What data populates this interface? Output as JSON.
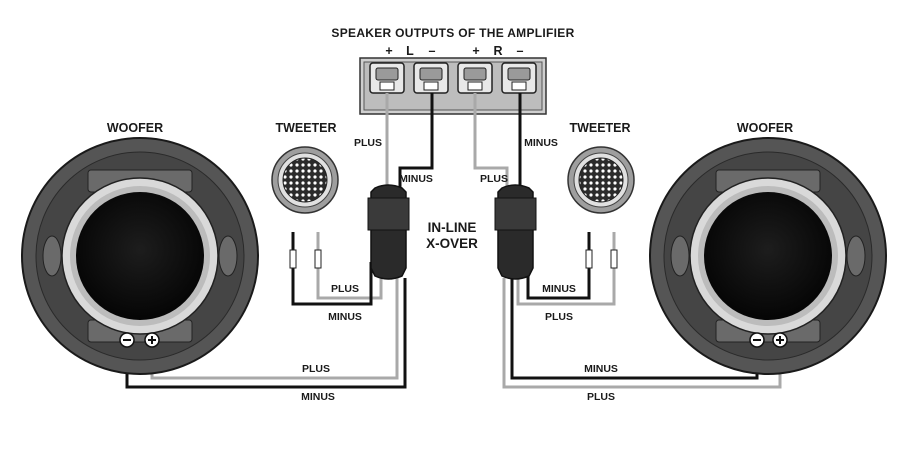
{
  "title": "SPEAKER OUTPUTS OF THE AMPLIFIER",
  "terminals": [
    "+",
    "L",
    "–",
    "+",
    "R",
    "–"
  ],
  "labels": {
    "woofer_left": "WOOFER",
    "woofer_right": "WOOFER",
    "tweeter_left": "TWEETER",
    "tweeter_right": "TWEETER",
    "xover_line1": "IN-LINE",
    "xover_line2": "X-OVER"
  },
  "wires": {
    "left_amp_plus": "PLUS",
    "left_amp_minus": "MINUS",
    "right_amp_plus": "PLUS",
    "right_amp_minus": "MINUS",
    "left_tweeter_plus": "PLUS",
    "left_tweeter_minus": "MINUS",
    "right_tweeter_minus": "MINUS",
    "right_tweeter_plus": "PLUS",
    "left_woofer_plus": "PLUS",
    "left_woofer_minus": "MINUS",
    "right_woofer_minus": "MINUS",
    "right_woofer_plus": "PLUS"
  },
  "colors": {
    "wire_dark": "#111111",
    "wire_light": "#a9a9a9",
    "speaker_body": "#4a4a4a",
    "amplifier_block": "#bdbdbd"
  },
  "icons": {
    "terminal_minus": "minus-terminal-icon",
    "terminal_plus": "plus-terminal-icon"
  }
}
